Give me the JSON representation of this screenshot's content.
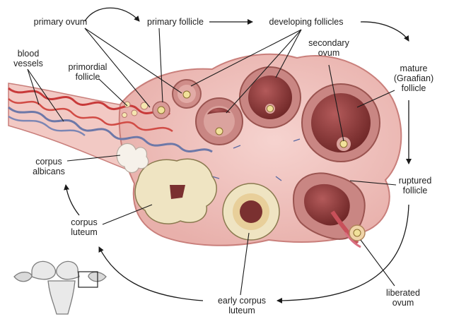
{
  "labels": {
    "primary_ovum": "primary ovum",
    "primary_follicle": "primary follicle",
    "developing_follicles": "developing follicles",
    "blood_vessels": "blood\nvessels",
    "primordial_follicle": "primordial\nfollicle",
    "secondary_ovum": "secondary\novum",
    "mature_follicle": "mature\n(Graafian)\nfollicle",
    "corpus_albicans": "corpus\nalbicans",
    "ruptured_follicle": "ruptured\nfollicle",
    "corpus_luteum": "corpus\nluteum",
    "early_corpus_luteum": "early corpus\nluteum",
    "liberated_ovum": "liberated\novum"
  },
  "colors": {
    "ovary_tissue": "#f0c4c0",
    "ovary_border": "#c97f7b",
    "follicle_wall": "#c98683",
    "antrum": "#7a3030",
    "ovum": "#f1e19a",
    "artery": "#c83a3a",
    "vein": "#6d78a8",
    "luteal_tissue": "#efe4c2",
    "label_text": "#222222",
    "leader_line": "#1a1a1a"
  }
}
